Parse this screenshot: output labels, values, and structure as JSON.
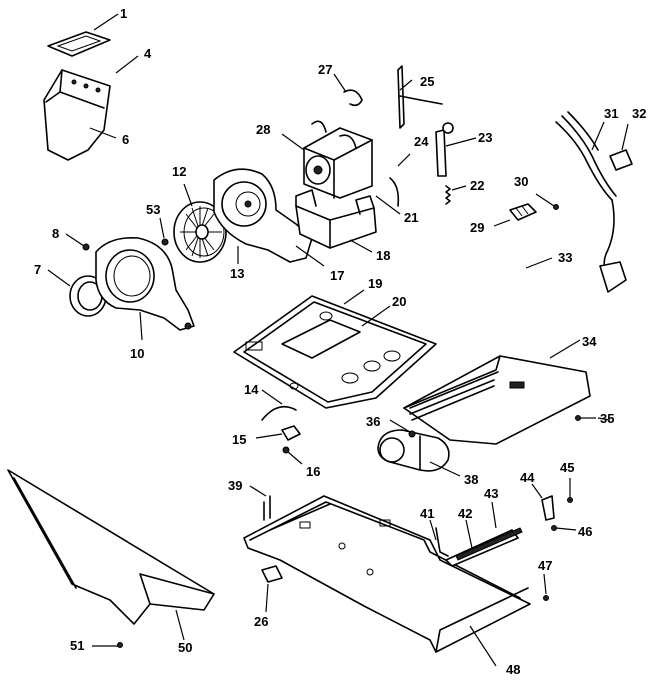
{
  "labels": {
    "l1": "1",
    "l4": "4",
    "l6": "6",
    "l7": "7",
    "l8": "8",
    "l10": "10",
    "l12": "12",
    "l13": "13",
    "l14": "14",
    "l15": "15",
    "l16": "16",
    "l17": "17",
    "l18": "18",
    "l19": "19",
    "l20": "20",
    "l21": "21",
    "l22": "22",
    "l23": "23",
    "l24": "24",
    "l25": "25",
    "l26": "26",
    "l27": "27",
    "l28": "28",
    "l29": "29",
    "l30": "30",
    "l31": "31",
    "l32": "32",
    "l33": "33",
    "l34": "34",
    "l35": "35",
    "l36": "36",
    "l38": "38",
    "l39": "39",
    "l41": "41",
    "l42": "42",
    "l43": "43",
    "l44": "44",
    "l45": "45",
    "l46": "46",
    "l47": "47",
    "l48": "48",
    "l50": "50",
    "l51": "51",
    "l53": "53"
  }
}
